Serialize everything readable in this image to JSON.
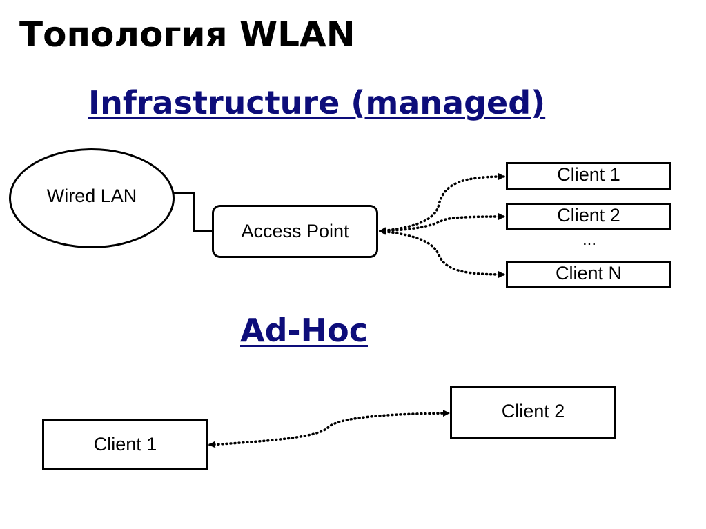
{
  "title": "Топология WLAN",
  "colors": {
    "heading": "#0d0d7a",
    "text": "#000000",
    "line": "#000000"
  },
  "sections": {
    "infrastructure": {
      "heading": "Infrastructure (managed)",
      "wired_lan": "Wired LAN",
      "access_point": "Access Point",
      "clients": [
        "Client 1",
        "Client 2",
        "Client N"
      ],
      "ellipsis": "..."
    },
    "adhoc": {
      "heading": "Ad-Hoc",
      "clients": [
        "Client 1",
        "Client 2"
      ]
    }
  }
}
